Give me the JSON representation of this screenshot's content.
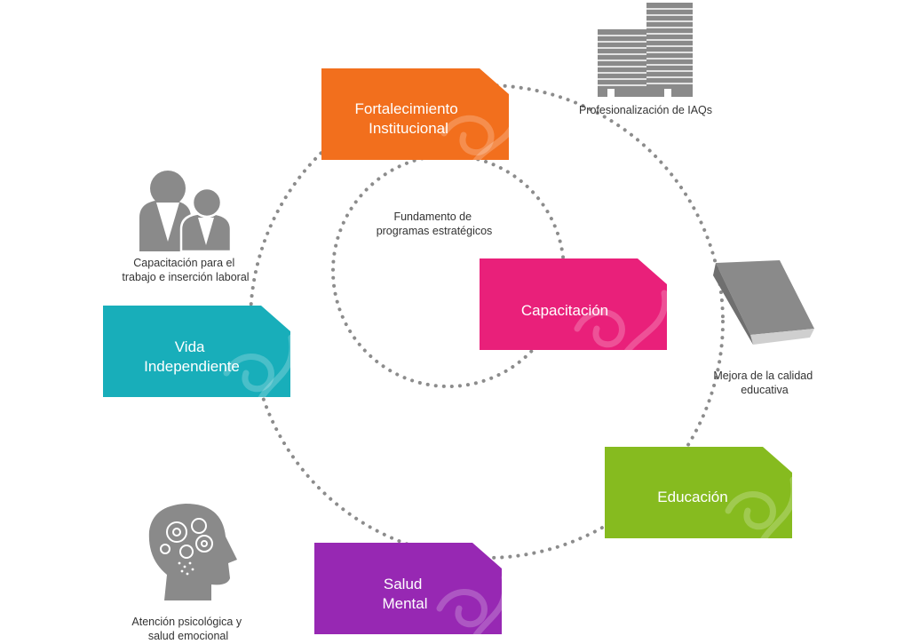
{
  "diagram": {
    "cards": [
      {
        "id": "fortalecimiento",
        "lines": [
          "Fortalecimiento",
          "Institucional"
        ],
        "color": "#F26F1D"
      },
      {
        "id": "capacitacion",
        "lines": [
          "Capacitación"
        ],
        "color": "#E9207A"
      },
      {
        "id": "vida",
        "lines": [
          "Vida",
          "Independiente"
        ],
        "color": "#18AEBA"
      },
      {
        "id": "educacion",
        "lines": [
          "Educación"
        ],
        "color": "#86BB1F"
      },
      {
        "id": "salud",
        "lines": [
          "Salud",
          "Mental"
        ],
        "color": "#9728B3"
      }
    ],
    "captions": {
      "buildings": [
        "Profesionalización de IAQs"
      ],
      "center": [
        "Fundamento de",
        "programas estratégicos"
      ],
      "people": [
        "Capacitación para el",
        "trabajo e inserción laboral"
      ],
      "book": [
        "Mejora de la calidad",
        "educativa"
      ],
      "head": [
        "Atención psicológica y",
        "salud emocional"
      ]
    },
    "icon_color": "#8A8A8A",
    "dot_color": "#8C8C8C"
  }
}
